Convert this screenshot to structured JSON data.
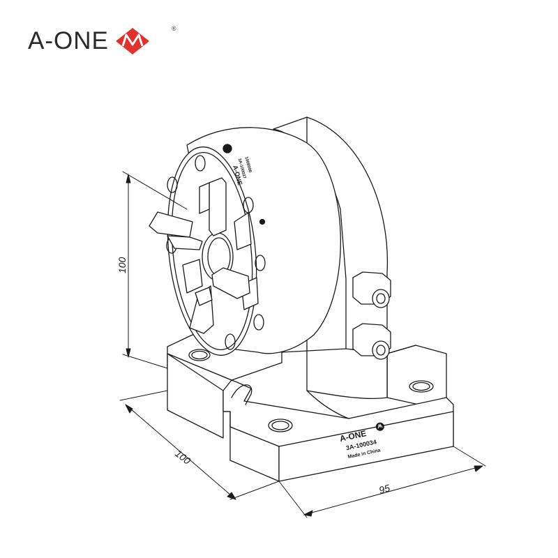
{
  "brand": {
    "name": "A-ONE",
    "registered_mark": "®",
    "logo_color": "#e0312a",
    "logo_icon": "a-one-m-mark-icon"
  },
  "dimensions": {
    "height": "100",
    "depth": "100",
    "width": "95"
  },
  "part_marking": {
    "brand": "A-ONE",
    "part_number": "3A-100034",
    "origin": "Made in China"
  },
  "chuck_face_marking": {
    "brand": "A-ONE",
    "line1": "3A-100037",
    "line2": "1008000"
  },
  "colors": {
    "line": "#1a1a1a",
    "fill": "#ffffff",
    "shade": "#cfcfcf"
  }
}
